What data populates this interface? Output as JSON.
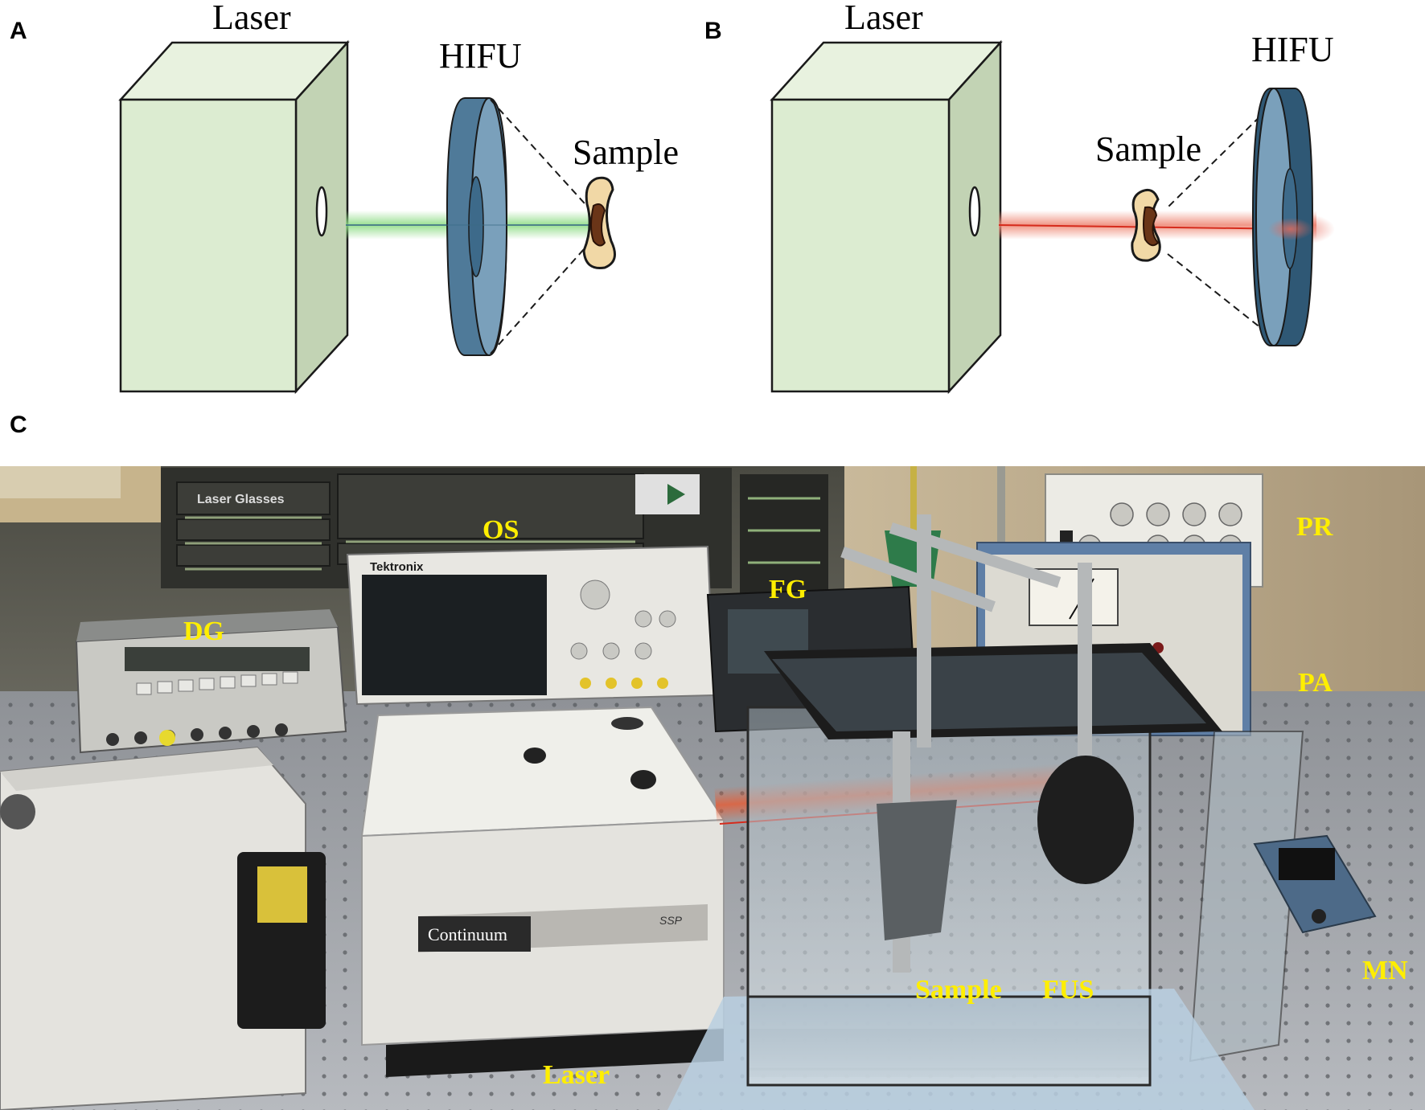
{
  "panel_a": {
    "letter": "A",
    "laser_label": "Laser",
    "hifu_label": "HIFU",
    "sample_label": "Sample"
  },
  "panel_b": {
    "letter": "B",
    "laser_label": "Laser",
    "hifu_label": "HIFU",
    "sample_label": "Sample"
  },
  "panel_c": {
    "letter": "C",
    "labels": {
      "os": "OS",
      "dg": "DG",
      "fg": "FG",
      "pr": "PR",
      "pa": "PA",
      "mn": "MN",
      "sample": "Sample",
      "fus": "FUS",
      "laser": "Laser"
    },
    "equipment_text": {
      "scope_brand": "Tektronix",
      "laser_brand": "Continuum",
      "laser_model": "SSP",
      "cabinet_label": "Laser Glasses"
    }
  },
  "colors": {
    "box_front": "#dcecd1",
    "box_side": "#c2d3b4",
    "hifu_fill": "#4f7a99",
    "hifu_dark": "#2f5875",
    "green_beam": "#8fdc86",
    "red_beam": "#ef8c7a",
    "photo_label": "#ffee00"
  }
}
